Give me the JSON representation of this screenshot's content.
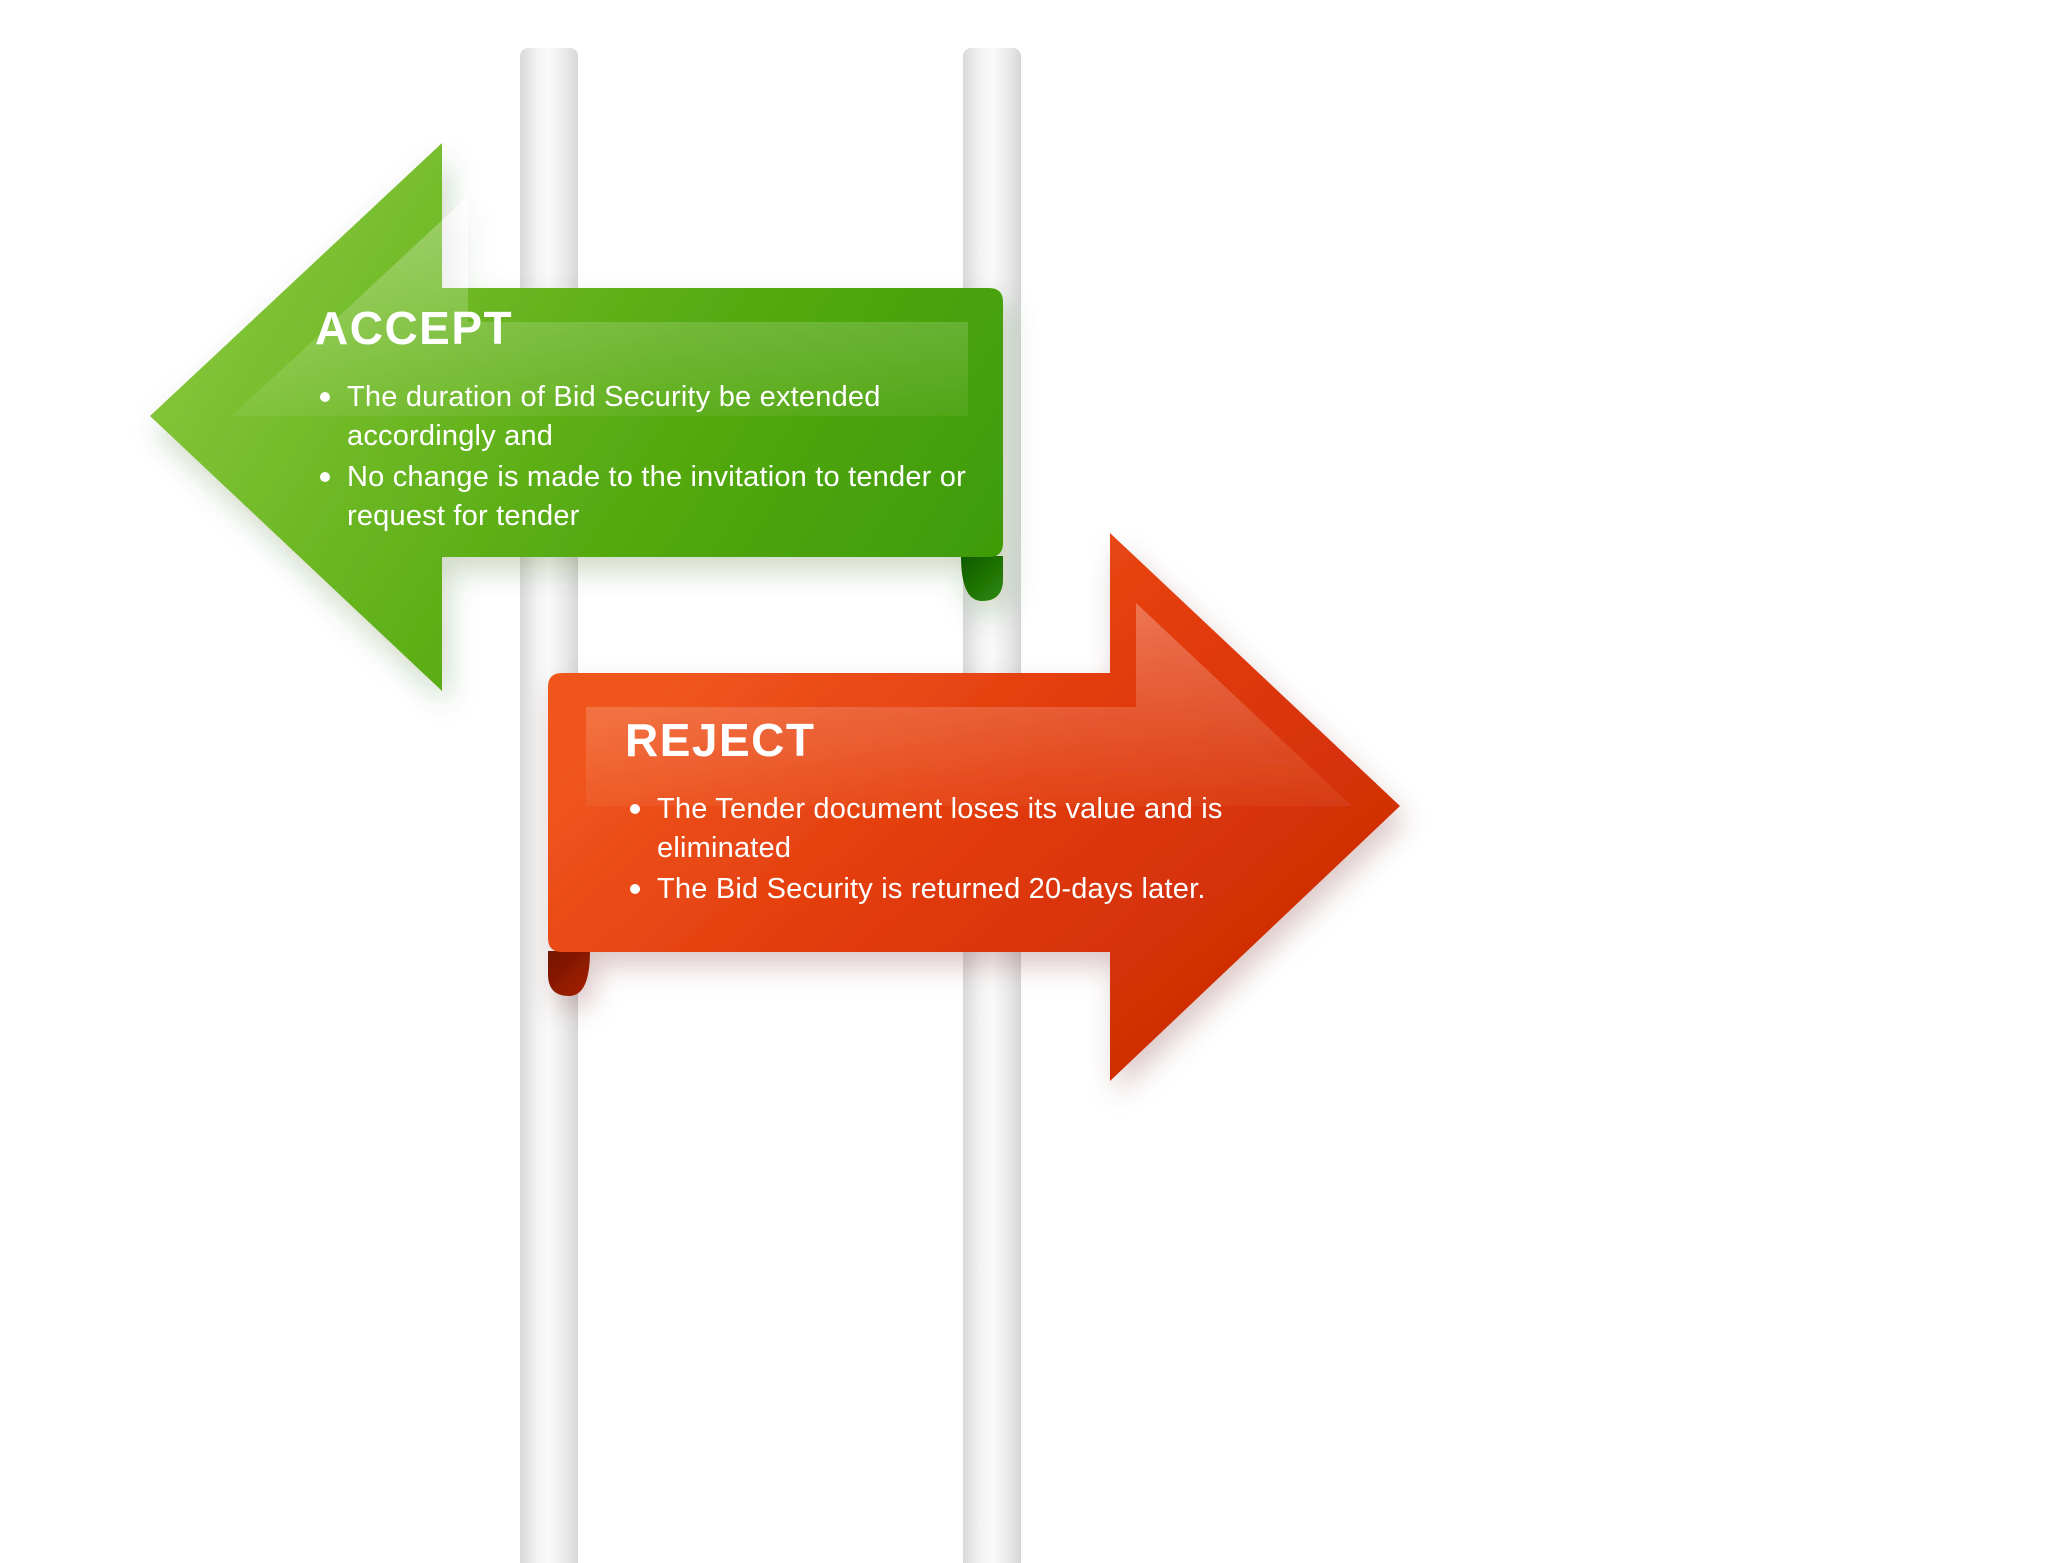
{
  "accept": {
    "title": "ACCEPT",
    "bullets": [
      "The duration of Bid Security be extended accordingly and",
      "No change is made to the invitation to tender or request for tender"
    ]
  },
  "reject": {
    "title": "REJECT",
    "bullets": [
      "The Tender document loses its value and is eliminated",
      "The Bid Security is returned 20-days later."
    ]
  },
  "colors": {
    "accept_green_light": "#82c437",
    "accept_green": "#57ab12",
    "accept_green_dark": "#3c9a05",
    "accept_fold_dark": "#0e5a00",
    "reject_red_light": "#f0571f",
    "reject_red": "#e23a0b",
    "reject_red_dark": "#c92a03",
    "reject_fold_dark": "#701300",
    "pole_gray": "#eaeaea",
    "text_white": "#ffffff"
  }
}
